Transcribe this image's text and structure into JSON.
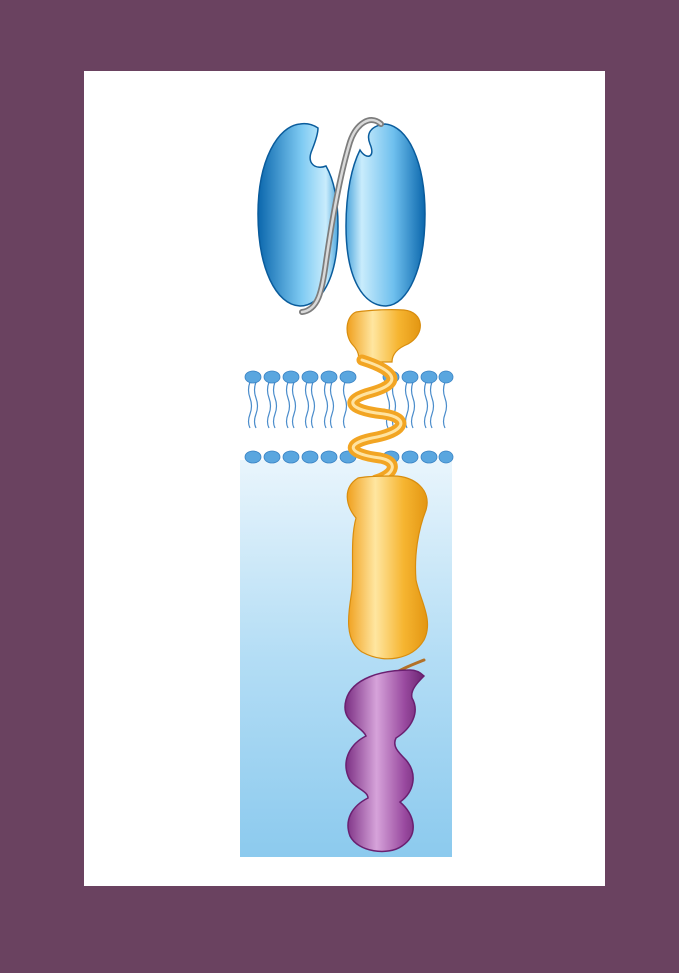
{
  "colors": {
    "background": "#6a4260",
    "card": "#ffffff",
    "cytoplasm_top": "#dff0fb",
    "cytoplasm_bottom": "#8ecbef",
    "membrane_head": "#5aa6df",
    "membrane_tail": "#3c86c8",
    "binding_domain_dark": "#0e6fb4",
    "binding_domain_light": "#bfe6fb",
    "linker": "#8a8a8a",
    "receptor_gold": "#f5ae27",
    "receptor_gold_light": "#fde7a6",
    "kinase_purple": "#8a3990",
    "kinase_purple_light": "#d9a7dc"
  },
  "components": [
    "extracellular-binding-domain",
    "disulfide-linker",
    "transmembrane-helix",
    "lipid-bilayer",
    "intracellular-domain",
    "signaling-domain"
  ]
}
